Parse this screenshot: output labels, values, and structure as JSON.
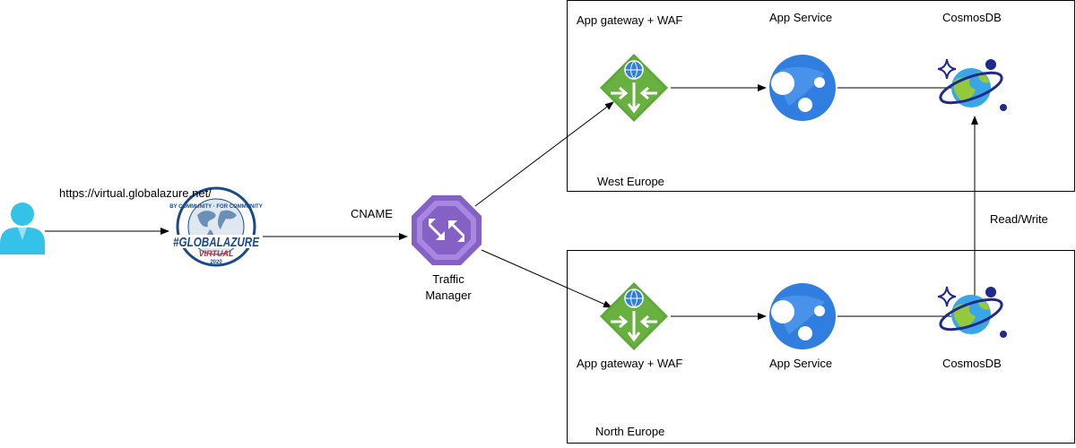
{
  "user": {
    "url_label": "https://virtual.globalazure.net/"
  },
  "logo": {
    "ring_text": "BY COMMUNITY · FOR COMMUNITY",
    "hashtag": "#GLOBALAZURE",
    "sub": "VIRTUAL",
    "year": "2020"
  },
  "edges": {
    "cname_label": "CNAME",
    "replication_label": "Read/Write"
  },
  "traffic_manager": {
    "label_line1": "Traffic",
    "label_line2": "Manager"
  },
  "regions": [
    {
      "name": "West Europe",
      "gateway_label": "App gateway + WAF",
      "app_service_label": "App Service",
      "cosmos_label": "CosmosDB"
    },
    {
      "name": "North Europe",
      "gateway_label": "App gateway + WAF",
      "app_service_label": "App Service",
      "cosmos_label": "CosmosDB"
    }
  ],
  "colors": {
    "user_icon": "#35c2e8",
    "gateway": "#5ea83a",
    "traffic_manager": "#8661c5",
    "app_service": "#2f7ee0",
    "cosmos_globe": "#3aa6e8",
    "cosmos_land": "#94c93e",
    "cosmos_dark": "#1f2a8c",
    "logo_blue": "#1a4a8a",
    "logo_red": "#d2232a"
  }
}
